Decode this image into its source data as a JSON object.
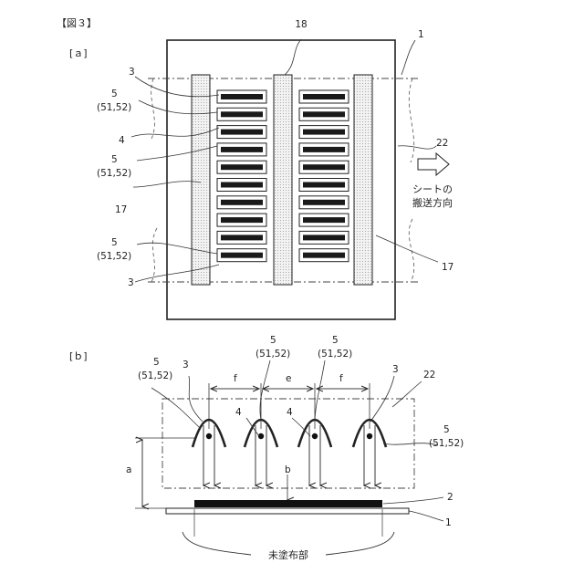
{
  "figure": {
    "title": "【図３】",
    "panel_a_label": "[ａ]",
    "panel_b_label": "[ｂ]"
  },
  "panel_a": {
    "labels": {
      "n1": "1",
      "n18": "18",
      "n3_top": "3",
      "n5_a": "5",
      "n5_a_sub": "(51,52)",
      "n4": "4",
      "n5_b": "5",
      "n5_b_sub": "(51,52)",
      "n17_left": "17",
      "n22": "22",
      "n5_c": "5",
      "n5_c_sub": "(51,52)",
      "n3_bottom": "3",
      "n17_right": "17"
    },
    "direction_line1": "シートの",
    "direction_line2": "搬送方向"
  },
  "panel_b": {
    "labels": {
      "n5_left": "5",
      "n5_left_sub": "(51,52)",
      "n3_left": "3",
      "f_left": "f",
      "n5_mid1": "5",
      "n5_mid1_sub": "(51,52)",
      "e": "e",
      "n5_mid2": "5",
      "n5_mid2_sub": "(51,52)",
      "f_right": "f",
      "n3_right": "3",
      "n22": "22",
      "n4_a": "4",
      "n4_b": "4",
      "n5_right": "5",
      "n5_right_sub": "(51,52)",
      "a": "a",
      "b": "b",
      "n2": "2",
      "n1": "1",
      "uncoated": "未塗布部"
    }
  }
}
